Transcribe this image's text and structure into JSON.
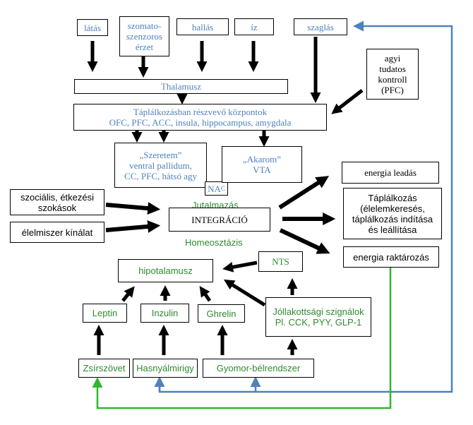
{
  "diagram": {
    "senses": {
      "vision": "látás",
      "somatosensory": "szomato-\nszenzoros\nérzet",
      "hearing": "hallás",
      "taste": "íz",
      "smell": "szaglás"
    },
    "cortical_control": "agyi\ntudatos\nkontroll\n(PFC)",
    "thalamus": "Thalamusz",
    "feeding_centers": "Táplálkozásban részvevő központok\nOFC, PFC, ACC, insula, hippocampus, amygdala",
    "liking": "„Szeretem”\nventral pallidum,\nCC, PFC, hátsó agy",
    "nac": "NA",
    "nac_sub": "C",
    "wanting": "„Akarom”\nVTA",
    "reward_label": "Jutalmazás",
    "homeostasis_label": "Homeosztázis",
    "integration": "INTEGRÁCIÓ",
    "social_habits": "szociális, étkezési\nszokások",
    "food_supply": "élelmiszer kínálat",
    "outputs": {
      "energy_expenditure": "energia leadás",
      "feeding": "Táplálkozás\n(élelemkeresés,\ntáplálkozás indítása\nés leállítása",
      "energy_storage": "energia raktározás"
    },
    "hypothalamus": "hipotalamusz",
    "nts": "NTS",
    "satiety_signals": "Jóllakottsági szignálok\nPl. CCK, PYY, GLP-1",
    "hormones": {
      "leptin": "Leptin",
      "insulin": "Inzulin",
      "ghrelin": "Ghrelin"
    },
    "organs": {
      "adipose": "Zsírszövet",
      "pancreas": "Hasnyálmirigy",
      "gut": "Gyomor-bélrendszer"
    }
  },
  "colors": {
    "blue_text": "#4f81bd",
    "green_text": "#2e8b2e",
    "blue_line": "#4f81bd",
    "green_line": "#2eb82e",
    "arrow": "#000000"
  }
}
